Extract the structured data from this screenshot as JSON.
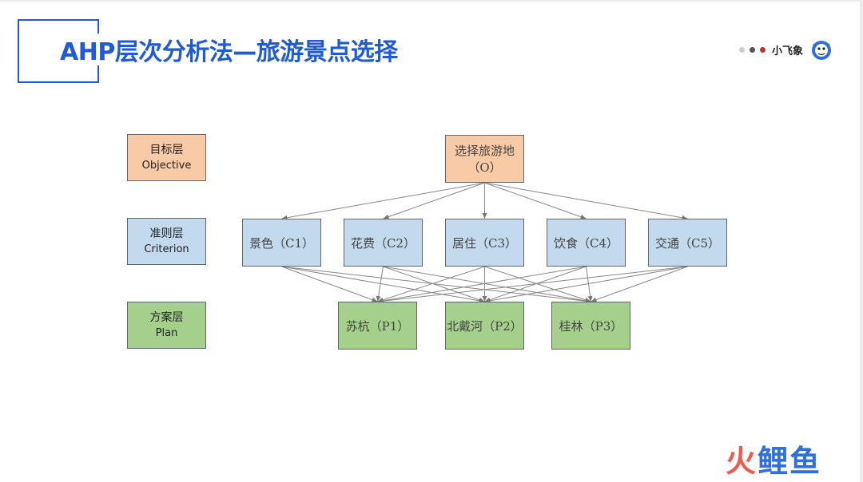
{
  "title": "AHP层次分析法—旅游景点选择",
  "brand": {
    "name": "小飞象",
    "dot_colors": [
      "#cccccc",
      "#555555",
      "#c0302e"
    ],
    "mascot_icon": "elephant-mascot-icon"
  },
  "layers": [
    {
      "zh": "目标层",
      "en": "Objective",
      "color": "#f8caa6"
    },
    {
      "zh": "准则层",
      "en": "Criterion",
      "color": "#c2d9ee"
    },
    {
      "zh": "方案层",
      "en": "Plan",
      "color": "#a4d08c"
    }
  ],
  "goal": {
    "line1": "选择旅游地",
    "line2": "（O）"
  },
  "criteria": [
    "景色（C1）",
    "花费（C2）",
    "居住（C3）",
    "饮食（C4）",
    "交通（C5）"
  ],
  "plans": [
    "苏杭（P1）",
    "北戴河（P2）",
    "桂林（P3）"
  ],
  "watermark": {
    "part1": "火",
    "part2": "鲤鱼"
  }
}
